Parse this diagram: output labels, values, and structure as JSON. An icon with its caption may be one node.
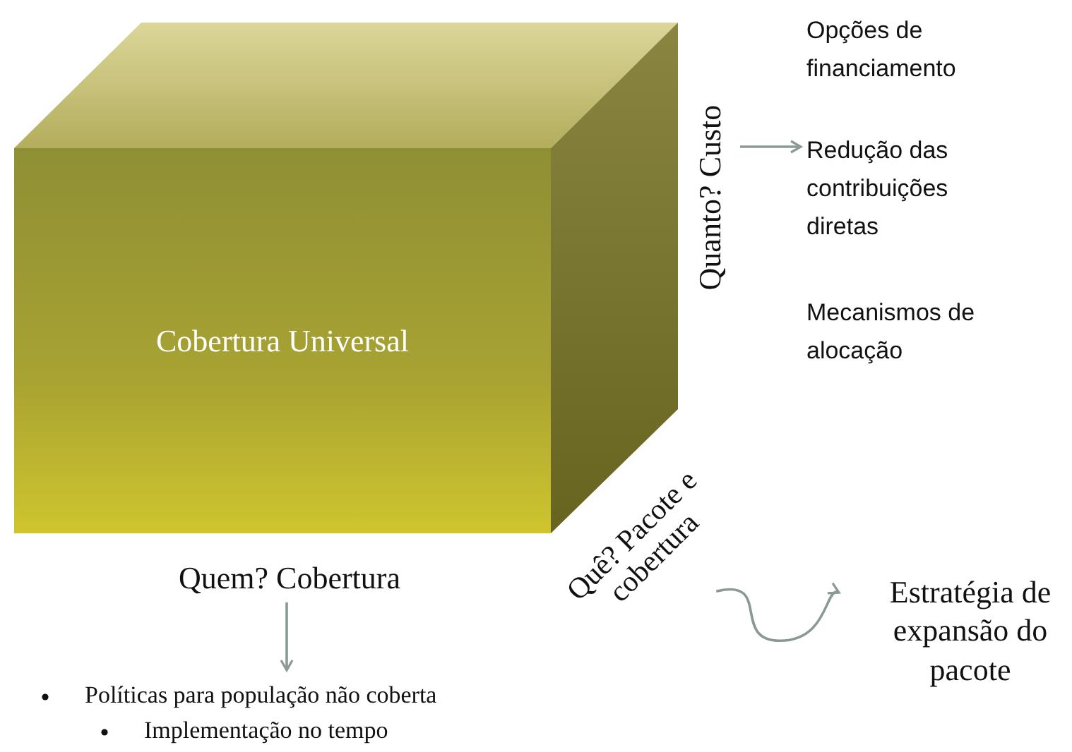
{
  "diagram": {
    "nodes": [
      {
        "text": [
          "Cobertura Universal"
        ]
      },
      {
        "text": [
          "Quanto? Custo"
        ]
      },
      {
        "text": [
          "Quê? Pacote e cobertura"
        ]
      },
      {
        "text": [
          "Quem? Cobertura"
        ]
      },
      {
        "text": [
          "Opções de financiamento",
          "Redução das contribuições diretas",
          "Mecanismos de alocação"
        ]
      },
      {
        "text": [
          "Estratégia de expansão do pacote"
        ]
      },
      {
        "text": [
          "Políticas para população não coberta",
          "Implementação no tempo"
        ]
      }
    ],
    "edges": [
      {
        "from": 1,
        "to": 4,
        "arrow": "to"
      },
      {
        "from": 2,
        "to": 5,
        "arrow": "to"
      },
      {
        "from": 3,
        "to": 6,
        "arrow": "to"
      }
    ]
  }
}
